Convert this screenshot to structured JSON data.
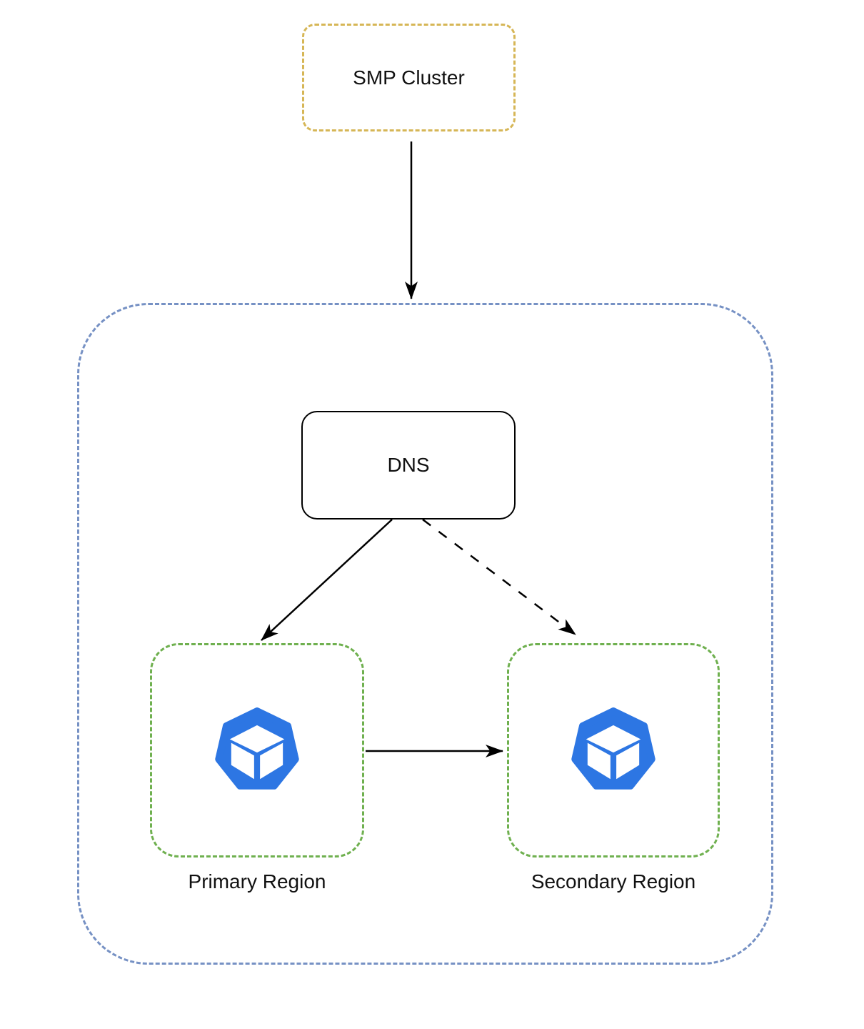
{
  "nodes": {
    "smp_cluster": {
      "label": "SMP Cluster",
      "shape": "rounded-rect",
      "border": "dashed"
    },
    "dns": {
      "label": "DNS",
      "shape": "rounded-rect",
      "border": "solid"
    },
    "primary_region": {
      "label": "Primary Region",
      "shape": "rounded-rect",
      "border": "dashed",
      "icon": "cluster-cube-icon"
    },
    "secondary_region": {
      "label": "Secondary Region",
      "shape": "rounded-rect",
      "border": "dashed",
      "icon": "cluster-cube-icon"
    },
    "outer_boundary": {
      "label": "",
      "shape": "rounded-rect",
      "border": "dashed"
    }
  },
  "edges": [
    {
      "from": "smp_cluster",
      "to": "outer_boundary",
      "style": "solid",
      "arrowhead": "filled"
    },
    {
      "from": "dns",
      "to": "primary_region",
      "style": "solid",
      "arrowhead": "filled"
    },
    {
      "from": "dns",
      "to": "secondary_region",
      "style": "dashed",
      "arrowhead": "filled"
    },
    {
      "from": "primary_region",
      "to": "secondary_region",
      "style": "solid",
      "arrowhead": "filled"
    }
  ],
  "colors": {
    "smp_cluster_border": "#d6b656",
    "outer_boundary_border": "#7691c4",
    "region_border": "#6fb04f",
    "dns_border": "#000000",
    "edge_stroke": "#000000",
    "icon_fill": "#2d76e3"
  }
}
